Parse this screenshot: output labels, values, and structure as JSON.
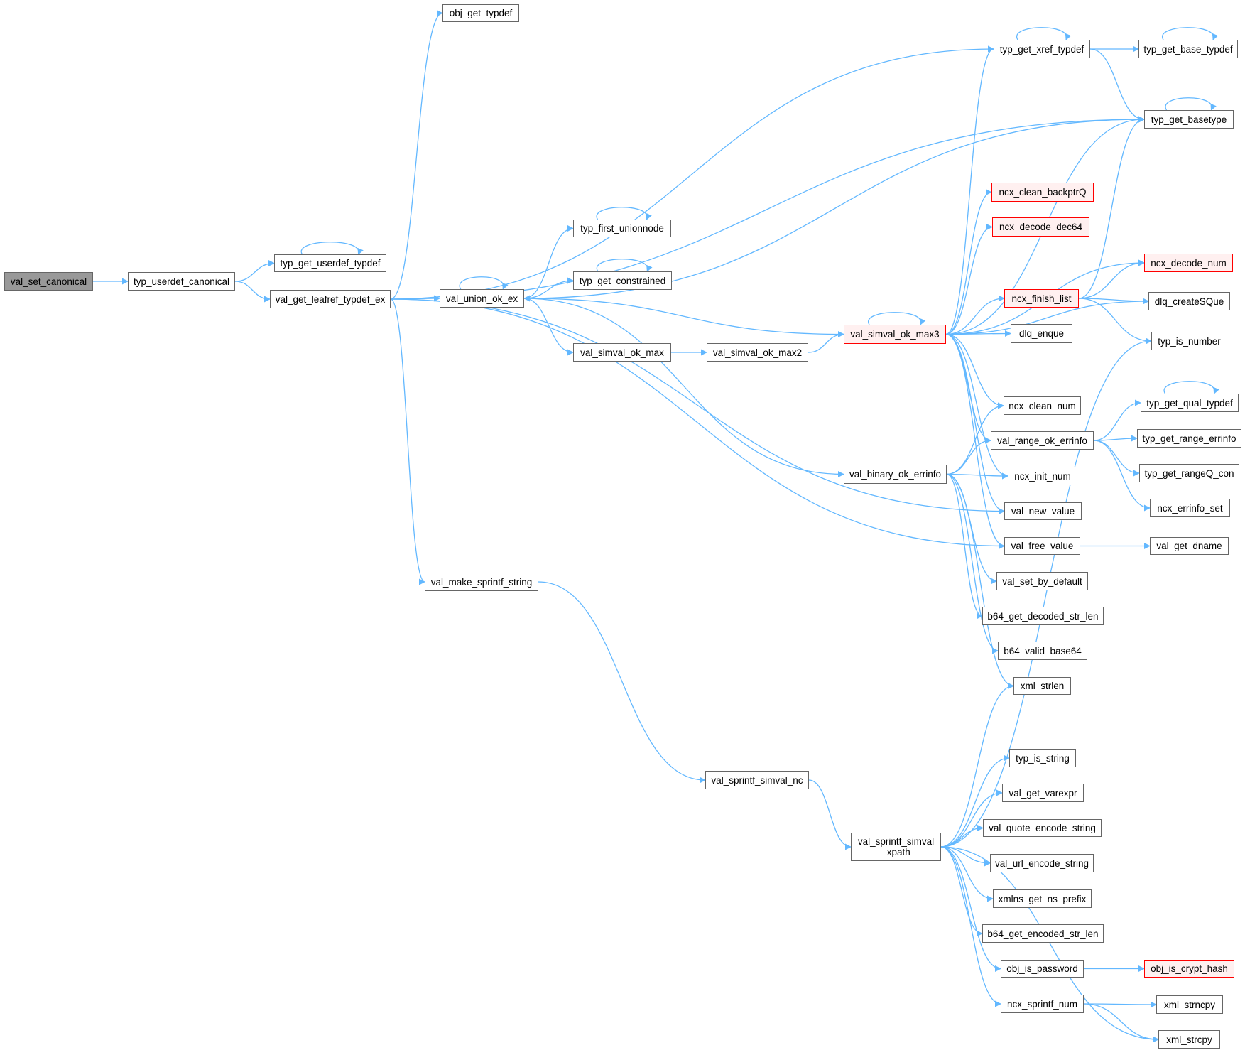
{
  "diagram": {
    "type": "call-graph",
    "colors": {
      "edge": "#63b8ff",
      "node_border": "#666666",
      "root_fill": "#999999",
      "undocumented_border": "#ff0000",
      "undocumented_fill": "#fff0f0"
    },
    "nodes": [
      {
        "id": "val_set_canonical",
        "label": "val_set_canonical",
        "style": "root"
      },
      {
        "id": "typ_userdef_canonical",
        "label": "typ_userdef_canonical",
        "style": "normal"
      },
      {
        "id": "typ_get_userdef_typdef",
        "label": "typ_get_userdef_typdef",
        "style": "normal"
      },
      {
        "id": "val_get_leafref_typdef_ex",
        "label": "val_get_leafref_typdef_ex",
        "style": "normal"
      },
      {
        "id": "obj_get_typdef",
        "label": "obj_get_typdef",
        "style": "normal"
      },
      {
        "id": "val_union_ok_ex",
        "label": "val_union_ok_ex",
        "style": "normal"
      },
      {
        "id": "typ_first_unionnode",
        "label": "typ_first_unionnode",
        "style": "normal"
      },
      {
        "id": "typ_get_constrained",
        "label": "typ_get_constrained",
        "style": "normal"
      },
      {
        "id": "val_simval_ok_max",
        "label": "val_simval_ok_max",
        "style": "normal"
      },
      {
        "id": "val_simval_ok_max2",
        "label": "val_simval_ok_max2",
        "style": "normal"
      },
      {
        "id": "val_simval_ok_max3",
        "label": "val_simval_ok_max3",
        "style": "red"
      },
      {
        "id": "val_binary_ok_errinfo",
        "label": "val_binary_ok_errinfo",
        "style": "normal"
      },
      {
        "id": "val_make_sprintf_string",
        "label": "val_make_sprintf_string",
        "style": "normal"
      },
      {
        "id": "val_sprintf_simval_nc",
        "label": "val_sprintf_simval_nc",
        "style": "normal"
      },
      {
        "id": "val_sprintf_simval_xpath",
        "label": "val_sprintf_simval\n_xpath",
        "style": "normal"
      },
      {
        "id": "typ_get_xref_typdef",
        "label": "typ_get_xref_typdef",
        "style": "normal"
      },
      {
        "id": "typ_get_base_typdef",
        "label": "typ_get_base_typdef",
        "style": "normal"
      },
      {
        "id": "typ_get_basetype",
        "label": "typ_get_basetype",
        "style": "normal"
      },
      {
        "id": "ncx_clean_backptrQ",
        "label": "ncx_clean_backptrQ",
        "style": "red"
      },
      {
        "id": "ncx_decode_dec64",
        "label": "ncx_decode_dec64",
        "style": "red"
      },
      {
        "id": "ncx_decode_num",
        "label": "ncx_decode_num",
        "style": "red"
      },
      {
        "id": "ncx_finish_list",
        "label": "ncx_finish_list",
        "style": "red"
      },
      {
        "id": "dlq_createSQue",
        "label": "dlq_createSQue",
        "style": "normal"
      },
      {
        "id": "dlq_enque",
        "label": "dlq_enque",
        "style": "normal"
      },
      {
        "id": "typ_is_number",
        "label": "typ_is_number",
        "style": "normal"
      },
      {
        "id": "ncx_clean_num",
        "label": "ncx_clean_num",
        "style": "normal"
      },
      {
        "id": "typ_get_qual_typdef",
        "label": "typ_get_qual_typdef",
        "style": "normal"
      },
      {
        "id": "val_range_ok_errinfo",
        "label": "val_range_ok_errinfo",
        "style": "normal"
      },
      {
        "id": "typ_get_range_errinfo",
        "label": "typ_get_range_errinfo",
        "style": "normal"
      },
      {
        "id": "ncx_init_num",
        "label": "ncx_init_num",
        "style": "normal"
      },
      {
        "id": "typ_get_rangeQ_con",
        "label": "typ_get_rangeQ_con",
        "style": "normal"
      },
      {
        "id": "val_new_value",
        "label": "val_new_value",
        "style": "normal"
      },
      {
        "id": "ncx_errinfo_set",
        "label": "ncx_errinfo_set",
        "style": "normal"
      },
      {
        "id": "val_free_value",
        "label": "val_free_value",
        "style": "normal"
      },
      {
        "id": "val_get_dname",
        "label": "val_get_dname",
        "style": "normal"
      },
      {
        "id": "val_set_by_default",
        "label": "val_set_by_default",
        "style": "normal"
      },
      {
        "id": "b64_get_decoded_str_len",
        "label": "b64_get_decoded_str_len",
        "style": "normal"
      },
      {
        "id": "b64_valid_base64",
        "label": "b64_valid_base64",
        "style": "normal"
      },
      {
        "id": "xml_strlen",
        "label": "xml_strlen",
        "style": "normal"
      },
      {
        "id": "typ_is_string",
        "label": "typ_is_string",
        "style": "normal"
      },
      {
        "id": "val_get_varexpr",
        "label": "val_get_varexpr",
        "style": "normal"
      },
      {
        "id": "val_quote_encode_string",
        "label": "val_quote_encode_string",
        "style": "normal"
      },
      {
        "id": "val_url_encode_string",
        "label": "val_url_encode_string",
        "style": "normal"
      },
      {
        "id": "xmlns_get_ns_prefix",
        "label": "xmlns_get_ns_prefix",
        "style": "normal"
      },
      {
        "id": "b64_get_encoded_str_len",
        "label": "b64_get_encoded_str_len",
        "style": "normal"
      },
      {
        "id": "obj_is_password",
        "label": "obj_is_password",
        "style": "normal"
      },
      {
        "id": "obj_is_crypt_hash",
        "label": "obj_is_crypt_hash",
        "style": "red"
      },
      {
        "id": "ncx_sprintf_num",
        "label": "ncx_sprintf_num",
        "style": "normal"
      },
      {
        "id": "xml_strncpy",
        "label": "xml_strncpy",
        "style": "normal"
      },
      {
        "id": "xml_strcpy",
        "label": "xml_strcpy",
        "style": "normal"
      }
    ],
    "edges": [
      [
        "val_set_canonical",
        "typ_userdef_canonical"
      ],
      [
        "typ_userdef_canonical",
        "typ_get_userdef_typdef"
      ],
      [
        "typ_userdef_canonical",
        "val_get_leafref_typdef_ex"
      ],
      [
        "typ_get_userdef_typdef",
        "typ_get_userdef_typdef"
      ],
      [
        "val_get_leafref_typdef_ex",
        "obj_get_typdef"
      ],
      [
        "val_get_leafref_typdef_ex",
        "typ_get_xref_typdef"
      ],
      [
        "val_get_leafref_typdef_ex",
        "typ_get_basetype"
      ],
      [
        "val_get_leafref_typdef_ex",
        "val_union_ok_ex"
      ],
      [
        "val_get_leafref_typdef_ex",
        "val_make_sprintf_string"
      ],
      [
        "val_get_leafref_typdef_ex",
        "val_new_value"
      ],
      [
        "val_get_leafref_typdef_ex",
        "val_free_value"
      ],
      [
        "val_union_ok_ex",
        "val_union_ok_ex"
      ],
      [
        "val_union_ok_ex",
        "typ_first_unionnode"
      ],
      [
        "val_union_ok_ex",
        "typ_get_constrained"
      ],
      [
        "val_union_ok_ex",
        "val_simval_ok_max"
      ],
      [
        "val_union_ok_ex",
        "val_binary_ok_errinfo"
      ],
      [
        "val_union_ok_ex",
        "typ_get_basetype"
      ],
      [
        "typ_first_unionnode",
        "typ_first_unionnode"
      ],
      [
        "typ_get_constrained",
        "typ_get_constrained"
      ],
      [
        "val_simval_ok_max",
        "val_simval_ok_max2"
      ],
      [
        "val_simval_ok_max2",
        "val_simval_ok_max3"
      ],
      [
        "val_simval_ok_max3",
        "val_union_ok_ex"
      ],
      [
        "val_simval_ok_max3",
        "val_simval_ok_max3"
      ],
      [
        "val_simval_ok_max3",
        "typ_get_xref_typdef"
      ],
      [
        "val_simval_ok_max3",
        "typ_get_basetype"
      ],
      [
        "val_simval_ok_max3",
        "ncx_clean_backptrQ"
      ],
      [
        "val_simval_ok_max3",
        "ncx_decode_dec64"
      ],
      [
        "val_simval_ok_max3",
        "ncx_decode_num"
      ],
      [
        "val_simval_ok_max3",
        "ncx_finish_list"
      ],
      [
        "val_simval_ok_max3",
        "dlq_enque"
      ],
      [
        "val_simval_ok_max3",
        "dlq_createSQue"
      ],
      [
        "val_simval_ok_max3",
        "ncx_clean_num"
      ],
      [
        "val_simval_ok_max3",
        "val_range_ok_errinfo"
      ],
      [
        "val_simval_ok_max3",
        "ncx_init_num"
      ],
      [
        "val_simval_ok_max3",
        "val_new_value"
      ],
      [
        "val_simval_ok_max3",
        "val_free_value"
      ],
      [
        "typ_get_xref_typdef",
        "typ_get_xref_typdef"
      ],
      [
        "typ_get_xref_typdef",
        "typ_get_base_typdef"
      ],
      [
        "typ_get_xref_typdef",
        "typ_get_basetype"
      ],
      [
        "typ_get_base_typdef",
        "typ_get_base_typdef"
      ],
      [
        "typ_get_basetype",
        "typ_get_basetype"
      ],
      [
        "ncx_finish_list",
        "ncx_decode_num"
      ],
      [
        "ncx_finish_list",
        "dlq_createSQue"
      ],
      [
        "ncx_finish_list",
        "typ_is_number"
      ],
      [
        "ncx_finish_list",
        "typ_get_basetype"
      ],
      [
        "val_binary_ok_errinfo",
        "ncx_clean_num"
      ],
      [
        "val_binary_ok_errinfo",
        "val_range_ok_errinfo"
      ],
      [
        "val_binary_ok_errinfo",
        "ncx_init_num"
      ],
      [
        "val_binary_ok_errinfo",
        "val_set_by_default"
      ],
      [
        "val_binary_ok_errinfo",
        "b64_get_decoded_str_len"
      ],
      [
        "val_binary_ok_errinfo",
        "b64_valid_base64"
      ],
      [
        "val_binary_ok_errinfo",
        "xml_strlen"
      ],
      [
        "val_range_ok_errinfo",
        "typ_get_qual_typdef"
      ],
      [
        "val_range_ok_errinfo",
        "typ_get_range_errinfo"
      ],
      [
        "val_range_ok_errinfo",
        "typ_get_rangeQ_con"
      ],
      [
        "val_range_ok_errinfo",
        "ncx_errinfo_set"
      ],
      [
        "typ_get_qual_typdef",
        "typ_get_qual_typdef"
      ],
      [
        "val_free_value",
        "val_get_dname"
      ],
      [
        "val_make_sprintf_string",
        "val_sprintf_simval_nc"
      ],
      [
        "val_sprintf_simval_nc",
        "val_sprintf_simval_xpath"
      ],
      [
        "val_sprintf_simval_xpath",
        "xml_strlen"
      ],
      [
        "val_sprintf_simval_xpath",
        "typ_is_number"
      ],
      [
        "val_sprintf_simval_xpath",
        "typ_is_string"
      ],
      [
        "val_sprintf_simval_xpath",
        "val_get_varexpr"
      ],
      [
        "val_sprintf_simval_xpath",
        "val_quote_encode_string"
      ],
      [
        "val_sprintf_simval_xpath",
        "val_url_encode_string"
      ],
      [
        "val_sprintf_simval_xpath",
        "xmlns_get_ns_prefix"
      ],
      [
        "val_sprintf_simval_xpath",
        "b64_get_encoded_str_len"
      ],
      [
        "val_sprintf_simval_xpath",
        "obj_is_password"
      ],
      [
        "val_sprintf_simval_xpath",
        "ncx_sprintf_num"
      ],
      [
        "val_sprintf_simval_xpath",
        "xml_strcpy"
      ],
      [
        "obj_is_password",
        "obj_is_crypt_hash"
      ],
      [
        "ncx_sprintf_num",
        "xml_strncpy"
      ],
      [
        "ncx_sprintf_num",
        "xml_strcpy"
      ]
    ]
  }
}
